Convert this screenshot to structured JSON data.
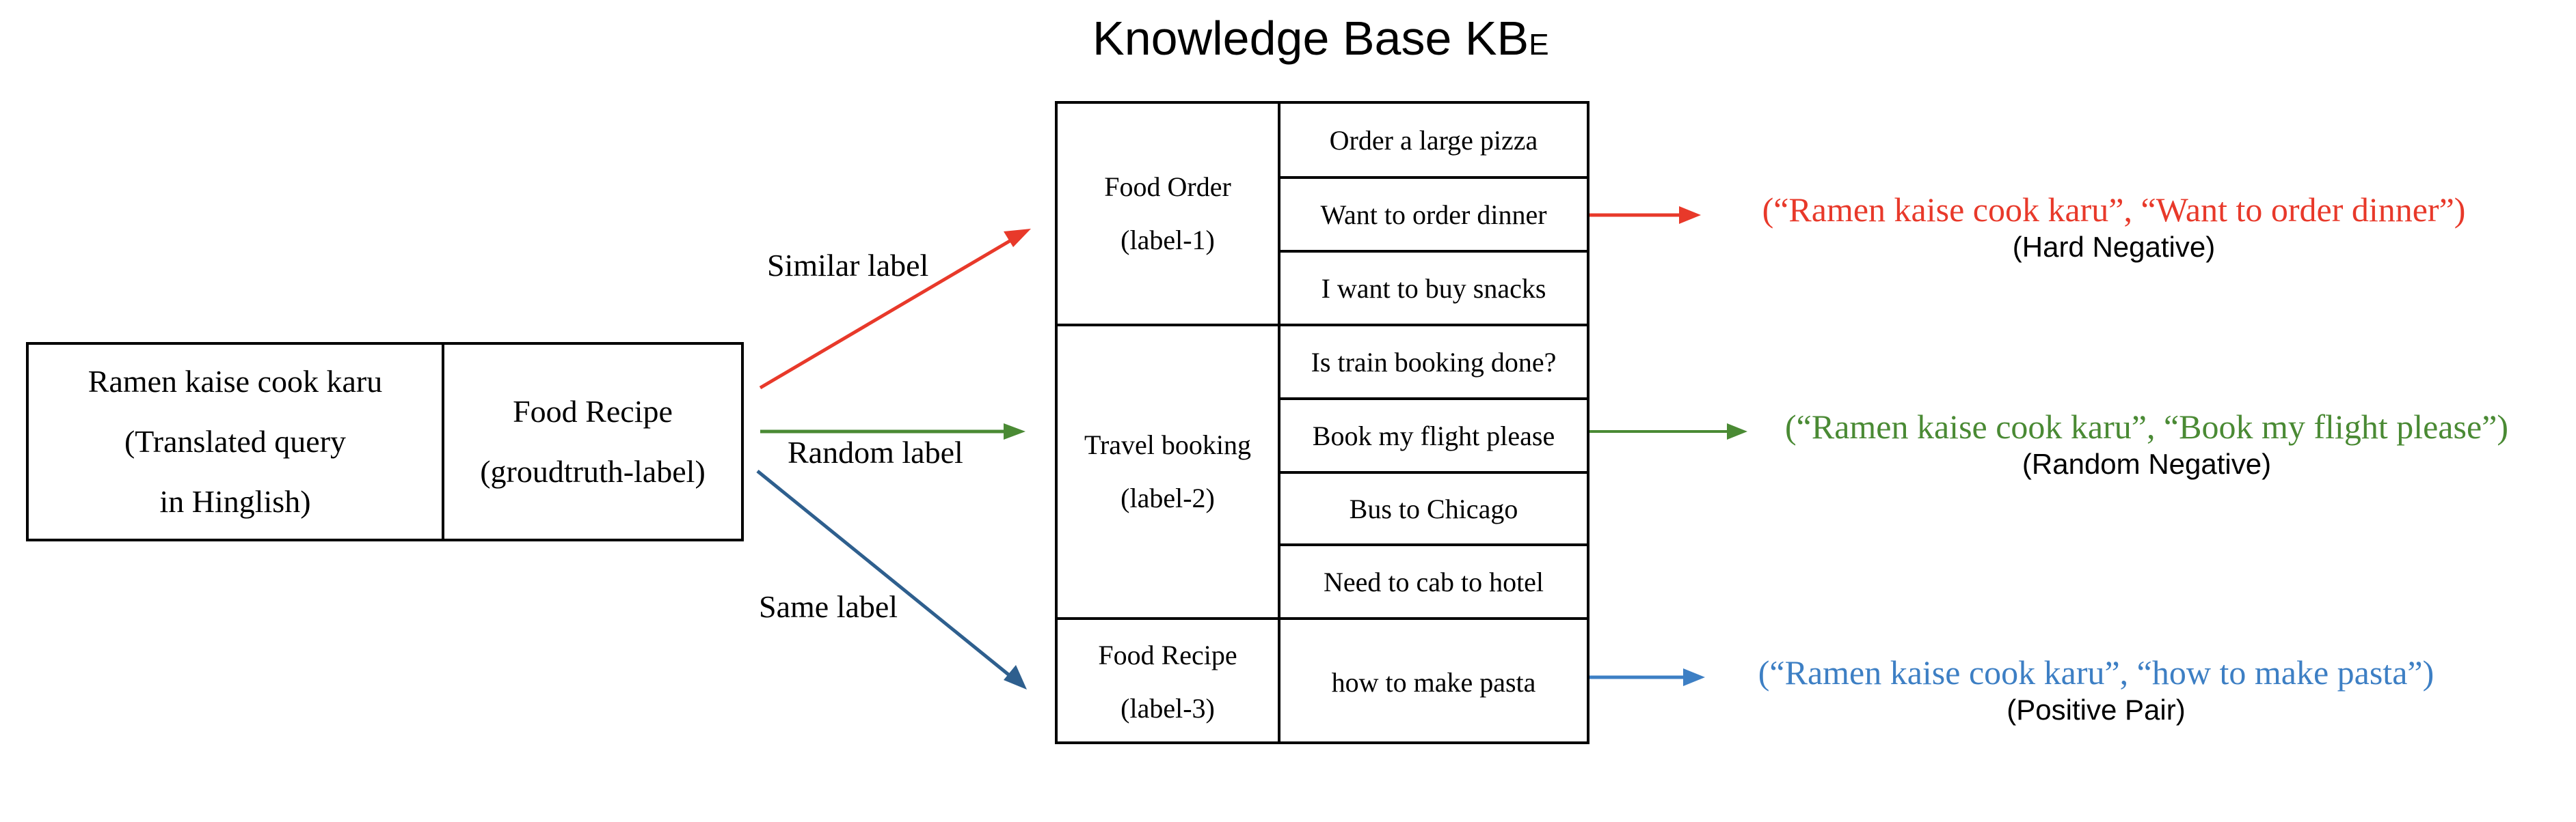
{
  "title": {
    "main": "Knowledge Base KB",
    "subscript": "E"
  },
  "query": {
    "text_lines": [
      "Ramen kaise cook karu",
      "(Translated query",
      "in Hinglish)"
    ],
    "label_lines": [
      "Food Recipe",
      "(groudtruth-label)"
    ]
  },
  "edges": {
    "similar": "Similar label",
    "random": "Random label",
    "same": "Same label"
  },
  "knowledge_base": [
    {
      "label_lines": [
        "Food Order",
        "(label-1)"
      ],
      "examples": [
        "Order a large pizza",
        "Want to order dinner",
        "I want to buy snacks"
      ]
    },
    {
      "label_lines": [
        "Travel booking",
        "(label-2)"
      ],
      "examples": [
        "Is train booking done?",
        "Book my flight please",
        "Bus to Chicago",
        "Need to cab to hotel"
      ]
    },
    {
      "label_lines": [
        "Food Recipe",
        "(label-3)"
      ],
      "examples": [
        "how to make pasta"
      ]
    }
  ],
  "outputs": {
    "hard": {
      "pair": "(“Ramen kaise cook karu”, “Want to order dinner”)",
      "kind": "(Hard Negative)"
    },
    "random": {
      "pair": "(“Ramen kaise cook karu”, “Book my flight please”)",
      "kind": "(Random Negative)"
    },
    "positive": {
      "pair": "(“Ramen kaise cook karu”,  “how to make pasta”)",
      "kind": "(Positive Pair)"
    }
  },
  "colors": {
    "hard": "#e8392a",
    "random": "#4a8a34",
    "positive": "#3d7fc4",
    "same_edge": "#2e5f8e"
  }
}
